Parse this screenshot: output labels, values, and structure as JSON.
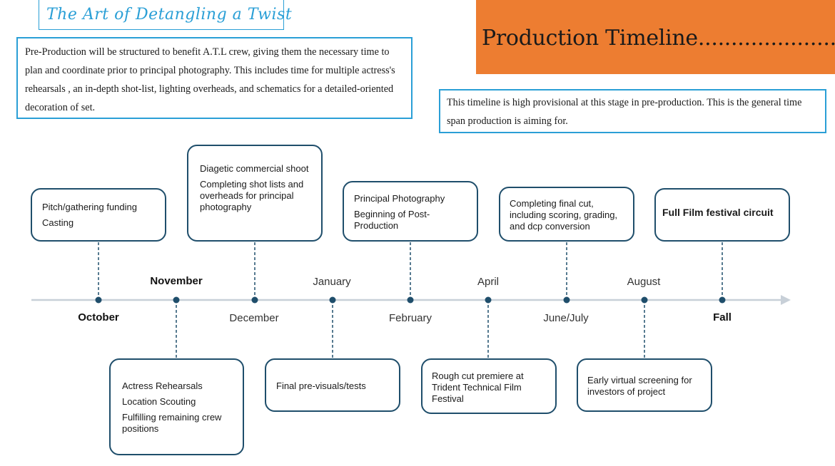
{
  "header": {
    "script_title": "The Art of Detangling a Twist",
    "banner_title": "Production Timeline........................?",
    "intro_text": "Pre-Production will be structured to benefit A.T.L crew, giving them the necessary time to plan and coordinate prior to principal photography. This includes time for multiple actress's rehearsals , an in-depth shot-list, lighting overheads, and schematics for a detailed-oriented decoration of set.",
    "note_text": "This timeline is high provisional at this stage in pre-production. This is the general time span production is aiming for."
  },
  "colors": {
    "accent_blue": "#2a9fd6",
    "banner_orange": "#ed7d31",
    "node_navy": "#1f4e6b",
    "axis_gray": "#c8d0d8"
  },
  "timeline": {
    "months": [
      {
        "label": "October",
        "weight": "bold",
        "side": "below"
      },
      {
        "label": "November",
        "weight": "bold",
        "side": "above"
      },
      {
        "label": "December",
        "weight": "normal",
        "side": "below"
      },
      {
        "label": "January",
        "weight": "normal",
        "side": "above"
      },
      {
        "label": "February",
        "weight": "normal",
        "side": "below"
      },
      {
        "label": "April",
        "weight": "normal",
        "side": "above"
      },
      {
        "label": "June/July",
        "weight": "normal",
        "side": "below"
      },
      {
        "label": "August",
        "weight": "normal",
        "side": "above"
      },
      {
        "label": "Fall",
        "weight": "bold",
        "side": "below"
      }
    ],
    "events": [
      {
        "month": "October",
        "lines": [
          "Pitch/gathering funding",
          "Casting"
        ]
      },
      {
        "month": "November",
        "lines": [
          "Actress Rehearsals",
          "Location Scouting",
          "Fulfilling remaining crew positions"
        ]
      },
      {
        "month": "December",
        "lines": [
          "Diagetic commercial shoot",
          "Completing shot lists and overheads for principal photography"
        ]
      },
      {
        "month": "January",
        "lines": [
          "Final pre-visuals/tests"
        ]
      },
      {
        "month": "February",
        "lines": [
          "Principal Photography",
          "Beginning of Post-Production"
        ]
      },
      {
        "month": "April",
        "lines": [
          "Rough cut premiere at Trident Technical Film Festival"
        ]
      },
      {
        "month": "June/July",
        "lines": [
          "Completing final cut, including scoring, grading, and dcp conversion"
        ]
      },
      {
        "month": "August",
        "lines": [
          "Early virtual screening for investors of project"
        ]
      },
      {
        "month": "Fall",
        "lines": [
          "Full Film festival circuit"
        ]
      }
    ]
  }
}
